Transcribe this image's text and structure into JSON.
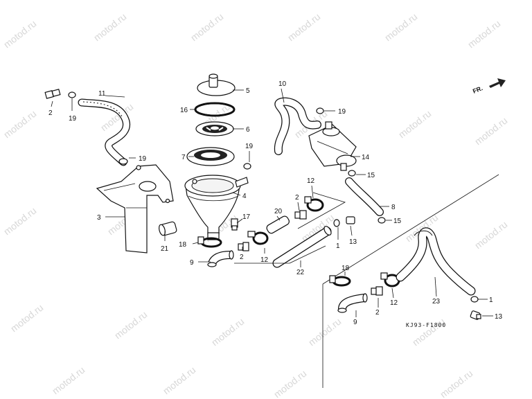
{
  "diagram": {
    "drawing_code": "KJ93-F1800",
    "front_marker": "FR.",
    "watermark": "motod.ru",
    "callouts": [
      {
        "id": "c1a",
        "num": "1"
      },
      {
        "id": "c1b",
        "num": "1"
      },
      {
        "id": "c2a",
        "num": "2"
      },
      {
        "id": "c2b",
        "num": "2"
      },
      {
        "id": "c2c",
        "num": "2"
      },
      {
        "id": "c3",
        "num": "3"
      },
      {
        "id": "c4",
        "num": "4"
      },
      {
        "id": "c5",
        "num": "5"
      },
      {
        "id": "c6",
        "num": "6"
      },
      {
        "id": "c7",
        "num": "7"
      },
      {
        "id": "c8",
        "num": "8"
      },
      {
        "id": "c9a",
        "num": "9"
      },
      {
        "id": "c9b",
        "num": "9"
      },
      {
        "id": "c10",
        "num": "10"
      },
      {
        "id": "c11",
        "num": "11"
      },
      {
        "id": "c12a",
        "num": "12"
      },
      {
        "id": "c12b",
        "num": "12"
      },
      {
        "id": "c12c",
        "num": "12"
      },
      {
        "id": "c13a",
        "num": "13"
      },
      {
        "id": "c13b",
        "num": "13"
      },
      {
        "id": "c14",
        "num": "14"
      },
      {
        "id": "c15a",
        "num": "15"
      },
      {
        "id": "c15b",
        "num": "15"
      },
      {
        "id": "c16",
        "num": "16"
      },
      {
        "id": "c17",
        "num": "17"
      },
      {
        "id": "c18a",
        "num": "18"
      },
      {
        "id": "c18b",
        "num": "18"
      },
      {
        "id": "c19a",
        "num": "19"
      },
      {
        "id": "c19b",
        "num": "19"
      },
      {
        "id": "c19c",
        "num": "19"
      },
      {
        "id": "c19d",
        "num": "19"
      },
      {
        "id": "c20",
        "num": "20"
      },
      {
        "id": "c21",
        "num": "21"
      },
      {
        "id": "c22",
        "num": "22"
      },
      {
        "id": "c23",
        "num": "23"
      }
    ]
  }
}
